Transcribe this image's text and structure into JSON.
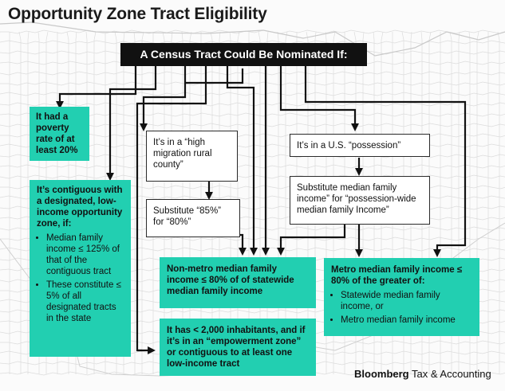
{
  "title": "Opportunity Zone Tract Eligibility",
  "header": "A Census Tract Could Be Nominated If:",
  "boxes": {
    "poverty": "It had a poverty rate of at least 20%",
    "contiguous": {
      "text": "It’s contiguous with a designated, low-income opportunity zone, if:",
      "bullets": [
        "Median family income ≤ 125% of that of the contiguous tract",
        "These constitute ≤ 5% of all designated tracts in the state"
      ]
    },
    "rural": "It’s in a “high migration rural county”",
    "substitute85": "Substitute “85%” for “80%”",
    "possession": "It’s in a U.S. “possession”",
    "substitute_median": "Substitute median family income” for “possession-wide median family Income”",
    "nonmetro": "Non-metro median family income ≤ 80% of of statewide median family income",
    "metro": {
      "text": "Metro median family income ≤ 80% of the greater of:",
      "bullets": [
        "Statewide median family income, or",
        "Metro median family income"
      ]
    },
    "inhabitants": "It has < 2,000 inhabitants, and if it’s in an “empowerment zone” or contiguous to at least one low-income tract"
  },
  "footer": {
    "brand": "Bloomberg",
    "rest": "Tax & Accounting"
  },
  "colors": {
    "teal": "#22cfb1",
    "dark": "#111111",
    "map_line": "#d9d9d9"
  }
}
